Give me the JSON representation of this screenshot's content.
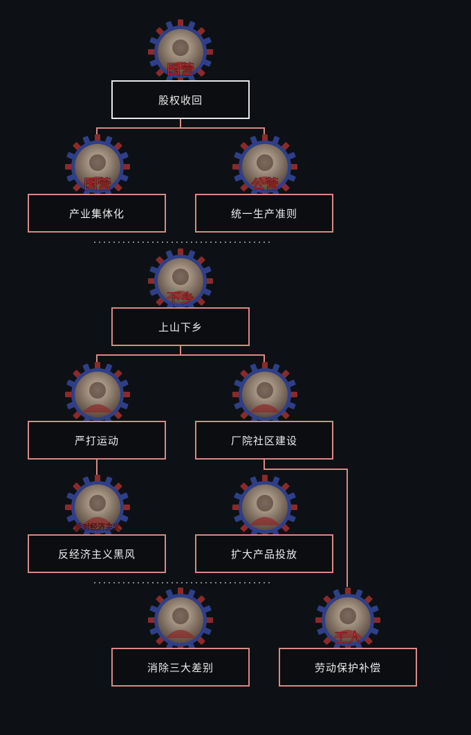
{
  "colors": {
    "background": "#0d1115",
    "line": "#d98a86",
    "root_border": "#e8e8e8",
    "gear": "#2f3f87",
    "gear_red": "#8b2a2a",
    "icon_text": "#e0303a",
    "dots": "#8a8a8a"
  },
  "nodes": [
    {
      "id": "equity_recovery",
      "label": "股权收回",
      "icon_text": "国营",
      "icon": "turbine-icon"
    },
    {
      "id": "industry_collectivization",
      "label": "产业集体化",
      "icon_text": "国营",
      "icon": "molecule-icon"
    },
    {
      "id": "unified_production_rules",
      "label": "统一生产准则",
      "icon_text": "公营",
      "icon": "caliper-blueprint-icon"
    },
    {
      "id": "up_mountains_down_villages",
      "label": "上山下乡",
      "icon_text": "下乡",
      "icon": "worker-hammer-icon"
    },
    {
      "id": "strike_hard_campaign",
      "label": "严打运动",
      "icon_text": "",
      "icon": "propaganda-poster-icon"
    },
    {
      "id": "factory_community",
      "label": "厂院社区建设",
      "icon_text": "",
      "icon": "worker-gear-icon"
    },
    {
      "id": "anti_economism",
      "label": "反经济主义黑风",
      "icon_text": "反对经济主义",
      "icon": "worker-fist-icon"
    },
    {
      "id": "expand_products",
      "label": "扩大产品投放",
      "icon_text": "",
      "icon": "food-supplies-icon"
    },
    {
      "id": "eliminate_three_differences",
      "label": "消除三大差别",
      "icon_text": "",
      "icon": "poster-arrow-icon"
    },
    {
      "id": "labor_protection",
      "label": "劳动保护补偿",
      "icon_text": "工人",
      "icon": "gloves-shield-icon"
    }
  ]
}
